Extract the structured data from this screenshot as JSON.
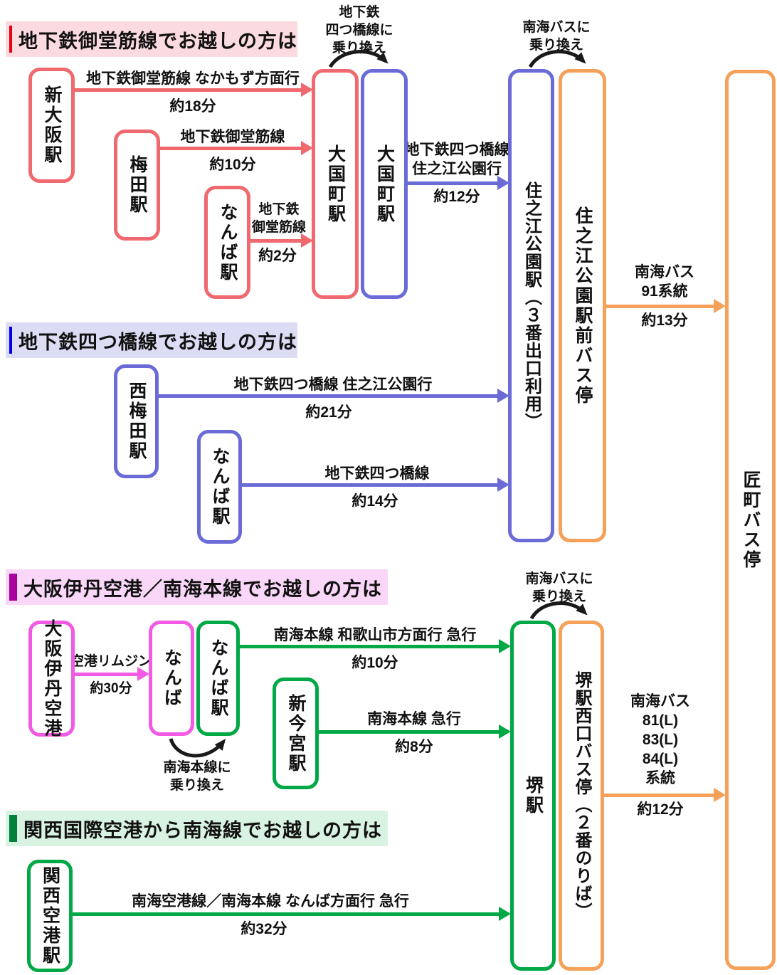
{
  "sections": [
    {
      "title": "地下鉄御堂筋線でお越しの方は",
      "bar": "#E60012",
      "bg": "#FBDAE0"
    },
    {
      "title": "地下鉄四つ橋線でお越しの方は",
      "bar": "#0000E6",
      "bg": "#DCDCF4"
    },
    {
      "title": "大阪伊丹空港／南海本線でお越しの方は",
      "bar": "#AA00A0",
      "bg": "#FAD7F8"
    },
    {
      "title": "関西国際空港から南海線でお越しの方は",
      "bar": "#00803C",
      "bg": "#D8F3E2"
    }
  ],
  "stations": {
    "shin_osaka": "新大阪駅",
    "umeda": "梅田駅",
    "namba_midosuji": "なんば駅",
    "daikokucho_midosuji": "大国町駅",
    "daikokucho_yotsubashi": "大国町駅",
    "suminoekoen_station": "住之江公園駅（３番出口利用）",
    "suminoekoen_bus_stop": "住之江公園駅前バス停",
    "takumicho_bus_stop": "匠町バス停",
    "nishi_umeda": "西梅田駅",
    "namba_yotsubashi": "なんば駅",
    "itami_airport": "大阪伊丹空港",
    "namba_limousine": "なんば",
    "namba_nankai": "なんば駅",
    "shin_imamiya": "新今宮駅",
    "sakai": "堺駅",
    "sakai_west_bus_stop": "堺駅西口バス停（２番のりば）",
    "kansai_airport": "関西空港駅"
  },
  "routes": {
    "r1": {
      "line1": "地下鉄御堂筋線 なかもず方面行",
      "time": "約18分"
    },
    "r2": {
      "line1": "地下鉄御堂筋線",
      "time": "約10分"
    },
    "r3": {
      "lines": [
        "地下鉄",
        "御堂筋線"
      ],
      "time": "約2分"
    },
    "r4": {
      "lines": [
        "地下鉄四つ橋線",
        "住之江公園行"
      ],
      "time": "約12分"
    },
    "r5": {
      "lines": [
        "南海バス",
        "91系統"
      ],
      "time": "約13分"
    },
    "r6": {
      "line1": "地下鉄四つ橋線 住之江公園行",
      "time": "約21分"
    },
    "r7": {
      "line1": "地下鉄四つ橋線",
      "time": "約14分"
    },
    "r8": {
      "line1": "空港リムジン",
      "time": "約30分"
    },
    "r9": {
      "line1": "南海本線 和歌山市方面行 急行",
      "time": "約10分"
    },
    "r10": {
      "line1": "南海本線 急行",
      "time": "約8分"
    },
    "r11": {
      "lines": [
        "南海バス",
        "81(L)",
        "83(L)",
        "84(L)",
        "系統"
      ],
      "time": "約12分"
    },
    "r12": {
      "line1": "南海空港線／南海本線 なんば方面行 急行",
      "time": "約32分"
    }
  },
  "transfers": {
    "t1": {
      "lines": [
        "地下鉄",
        "四つ橋線に",
        "乗り換え"
      ]
    },
    "t2": {
      "lines": [
        "南海バスに",
        "乗り換え"
      ]
    },
    "t3": {
      "lines": [
        "南海バスに",
        "乗り換え"
      ]
    },
    "t4": {
      "lines": [
        "南海本線に",
        "乗り換え"
      ]
    }
  },
  "colors": {
    "midosuji_red": "#F0696E",
    "yotsubashi_blue": "#6B6BD8",
    "nankai_bus_orange": "#F5A159",
    "limousine_magenta": "#F25AE4",
    "nankai_green": "#00A945",
    "transfer_black": "#1A1A1A"
  }
}
